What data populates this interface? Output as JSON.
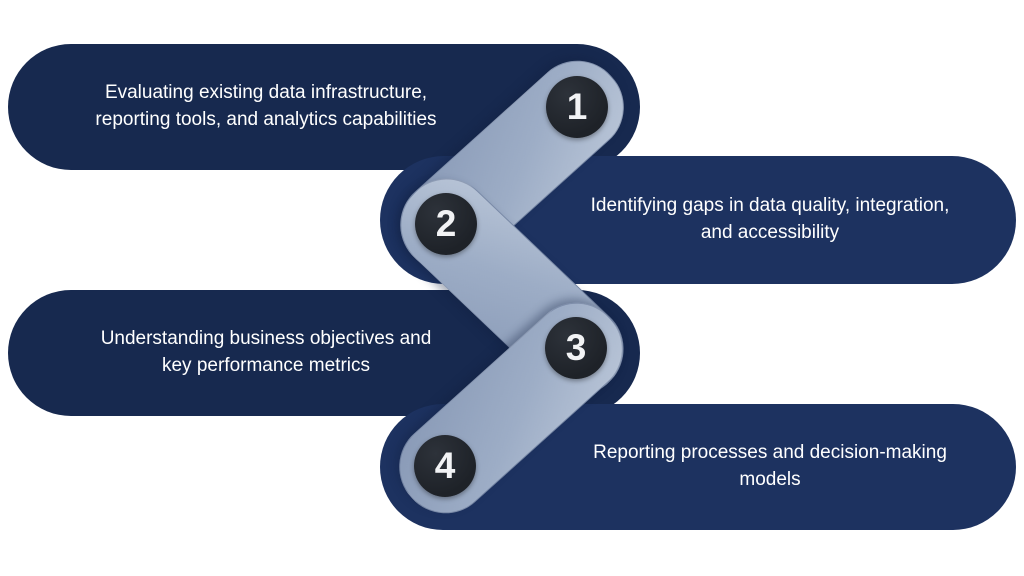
{
  "diagram": {
    "type": "zigzag-process",
    "steps": [
      {
        "number": "1",
        "label": "Evaluating existing data infrastructure, reporting tools, and analytics capabilities",
        "side": "left"
      },
      {
        "number": "2",
        "label": "Identifying gaps in data quality, integration, and accessibility",
        "side": "right"
      },
      {
        "number": "3",
        "label": "Understanding business objectives and key performance metrics",
        "side": "left"
      },
      {
        "number": "4",
        "label": "Reporting processes and decision-making models",
        "side": "right"
      }
    ],
    "colors": {
      "pill_left": "#17294f",
      "pill_right": "#1d3260",
      "connector": "#9dadc6",
      "number_circle": "#22262d",
      "text": "#ffffff"
    }
  }
}
